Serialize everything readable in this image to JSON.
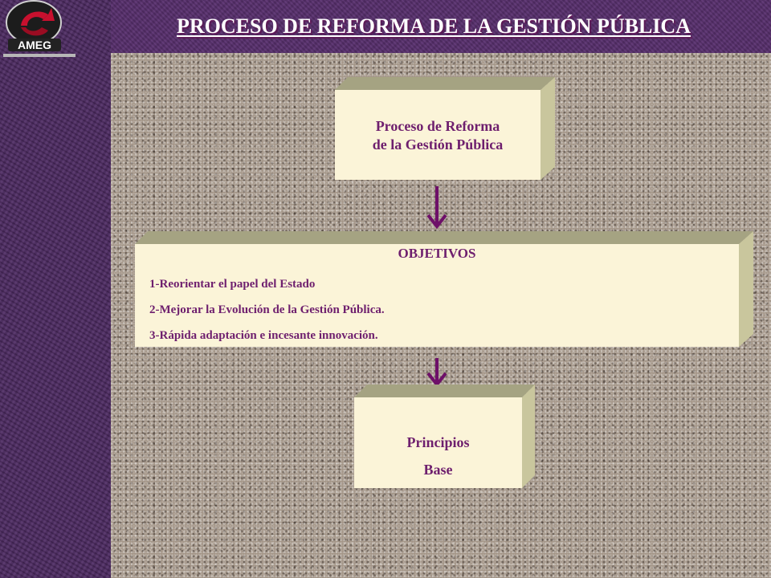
{
  "title": "PROCESO DE REFORMA DE LA GESTIÓN PÚBLICA",
  "logo": {
    "text": "AMEG"
  },
  "diagram": {
    "box_top": {
      "lines": [
        "Proceso de Reforma",
        "de la Gestión Pública"
      ]
    },
    "box_objectives": {
      "heading": "OBJETIVOS",
      "items": [
        "1-Reorientar el papel del Estado",
        "2-Mejorar la Evolución de la Gestión Pública.",
        "3-Rápida adaptación e incesante innovación."
      ]
    },
    "box_bottom": {
      "lines": [
        "Principios",
        "Base"
      ]
    }
  },
  "colors": {
    "box_face": "#fbf4d8",
    "box_top_face": "#a5a382",
    "box_side_face": "#c9c69d",
    "text_purple": "#6e1f6e",
    "arrow_purple": "#6e1069",
    "band_purple": "#4e2b63"
  }
}
